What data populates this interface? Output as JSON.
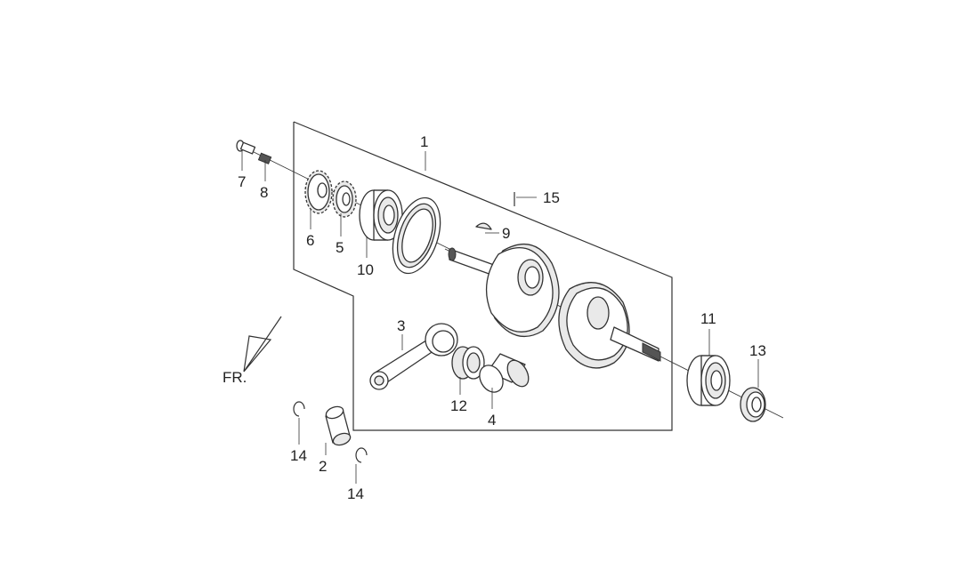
{
  "callouts": [
    {
      "id": "c1",
      "text": "1"
    },
    {
      "id": "c2",
      "text": "2"
    },
    {
      "id": "c3",
      "text": "3"
    },
    {
      "id": "c4",
      "text": "4"
    },
    {
      "id": "c5",
      "text": "5"
    },
    {
      "id": "c6",
      "text": "6"
    },
    {
      "id": "c7",
      "text": "7"
    },
    {
      "id": "c8",
      "text": "8"
    },
    {
      "id": "c9",
      "text": "9"
    },
    {
      "id": "c10",
      "text": "10"
    },
    {
      "id": "c11",
      "text": "11"
    },
    {
      "id": "c12",
      "text": "12"
    },
    {
      "id": "c13",
      "text": "13"
    },
    {
      "id": "c14a",
      "text": "14"
    },
    {
      "id": "c14b",
      "text": "14"
    },
    {
      "id": "c15",
      "text": "15"
    }
  ],
  "orientation": {
    "label": "FR."
  }
}
